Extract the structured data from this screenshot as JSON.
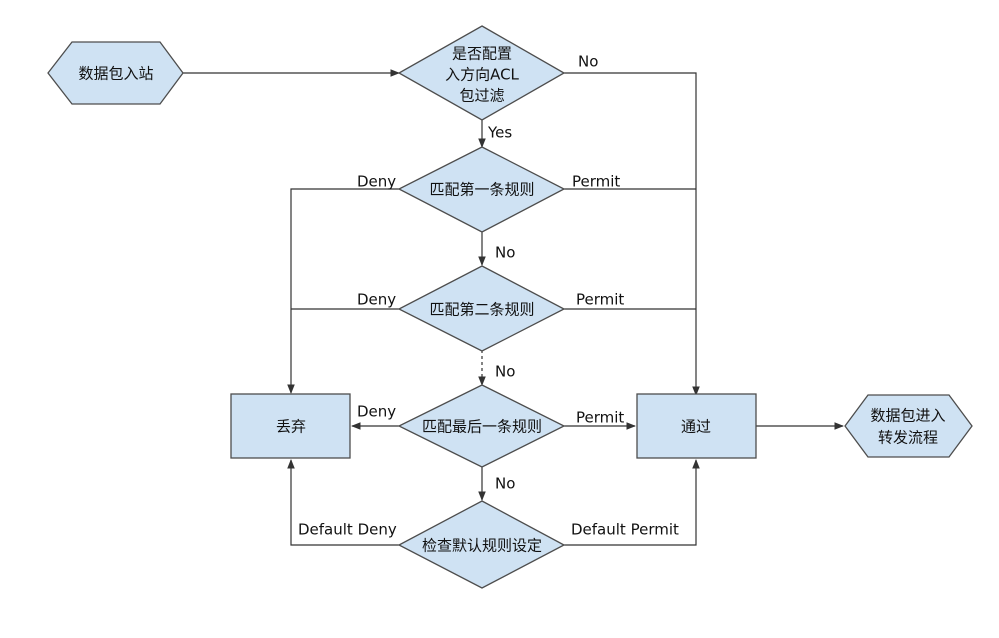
{
  "nodes": {
    "packet_in": "数据包入站",
    "acl_check_line1": "是否配置",
    "acl_check_line2": "入方向ACL",
    "acl_check_line3": "包过滤",
    "rule1": "匹配第一条规则",
    "rule2": "匹配第二条规则",
    "rule_last": "匹配最后一条规则",
    "default_check": "检查默认规则设定",
    "discard": "丢弃",
    "pass": "通过",
    "forward_line1": "数据包进入",
    "forward_line2": "转发流程"
  },
  "edges": {
    "acl_no": "No",
    "acl_yes": "Yes",
    "rule1_deny": "Deny",
    "rule1_permit": "Permit",
    "rule1_no": "No",
    "rule2_deny": "Deny",
    "rule2_permit": "Permit",
    "rule2_no": "No",
    "last_deny": "Deny",
    "last_permit": "Permit",
    "last_no": "No",
    "default_deny": "Default Deny",
    "default_permit": "Default Permit"
  },
  "colors": {
    "node_fill": "#cfe2f3",
    "node_stroke": "#4d4d4d",
    "edge": "#333333"
  }
}
